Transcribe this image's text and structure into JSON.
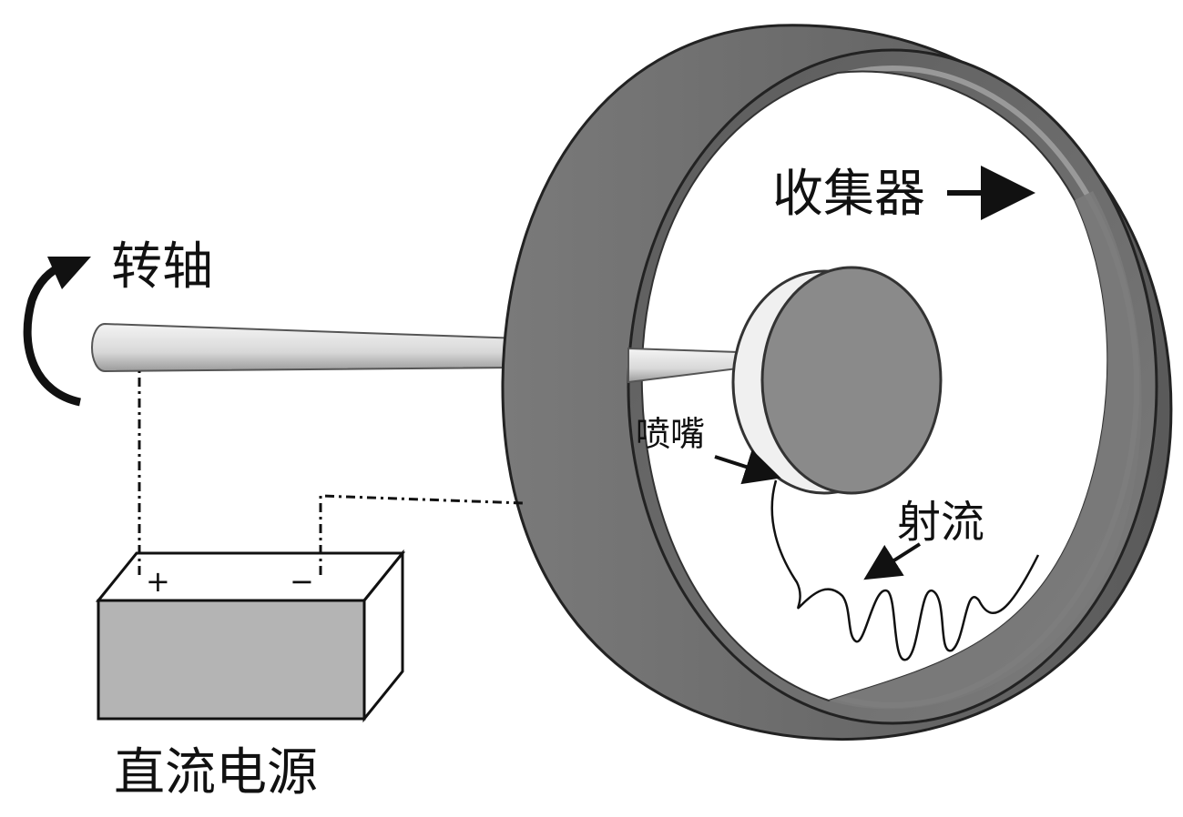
{
  "labels": {
    "axis": "转轴",
    "collector": "收集器",
    "nozzle": "喷嘴",
    "jet": "射流",
    "power_supply": "直流电源",
    "plus": "+",
    "minus": "−"
  },
  "colors": {
    "ring_outer": "#6f6f6f",
    "ring_inner": "#4d4d4d",
    "ring_inner_band": "#888888",
    "shaft": "#e6e6e6",
    "disk_face": "#8a8a8a",
    "disk_rim": "#f0f0f0",
    "box_front": "#b4b4b4",
    "line": "#111111"
  }
}
